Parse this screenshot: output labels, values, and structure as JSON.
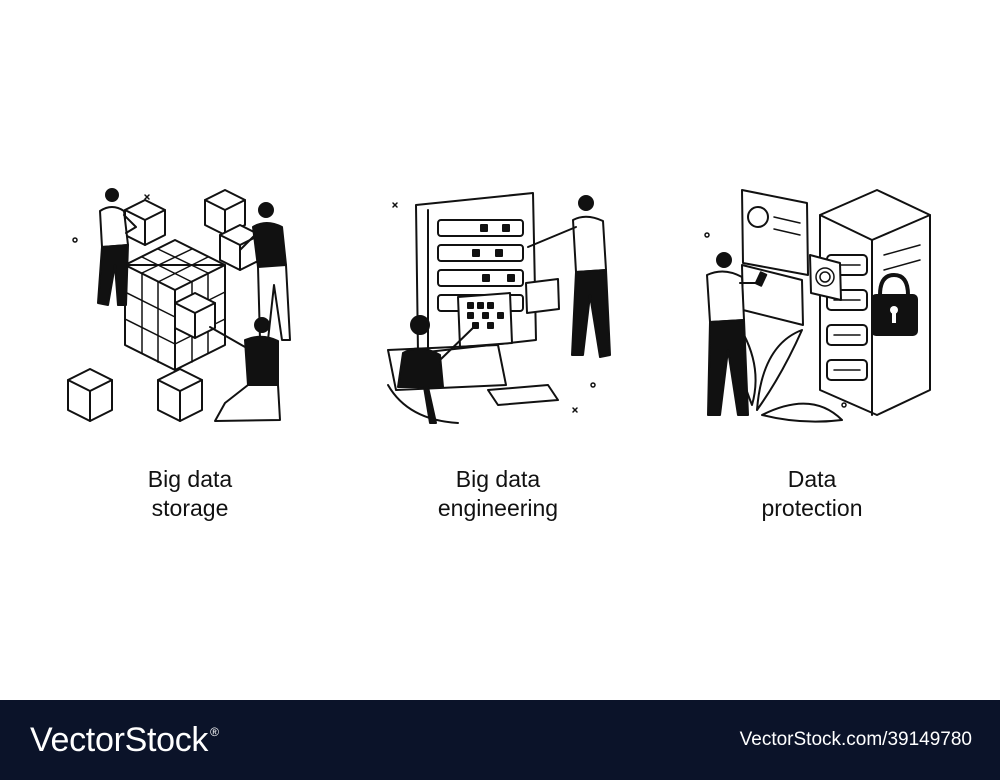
{
  "panels": [
    {
      "id": "storage",
      "caption_line1": "Big data",
      "caption_line2": "storage",
      "icon": "data-cubes-illustration"
    },
    {
      "id": "engineering",
      "caption_line1": "Big data",
      "caption_line2": "engineering",
      "icon": "server-rack-illustration"
    },
    {
      "id": "protection",
      "caption_line1": "Data",
      "caption_line2": "protection",
      "icon": "padlock-security-illustration"
    }
  ],
  "footer": {
    "brand": "VectorStock",
    "registered_mark": "®",
    "image_id": "VectorStock.com/39149780",
    "background_color": "#0b1329"
  },
  "colors": {
    "ink": "#111111",
    "background": "#ffffff"
  }
}
